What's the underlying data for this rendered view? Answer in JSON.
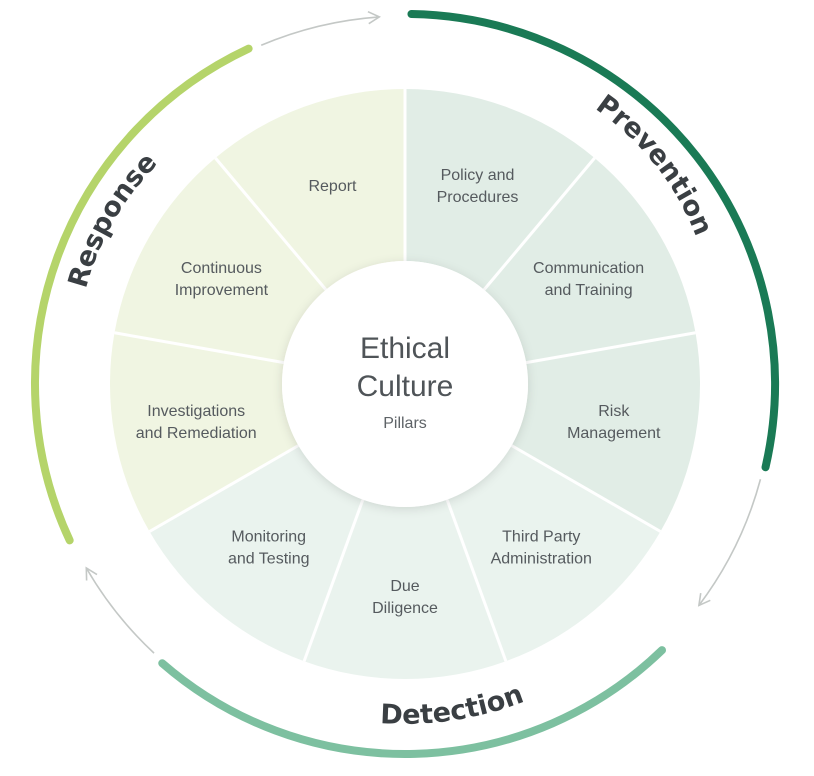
{
  "center": {
    "title_line1": "Ethical",
    "title_line2": "Culture",
    "subtitle": "Pillars"
  },
  "phases": [
    {
      "label": "Prevention",
      "color": "#1a7a55"
    },
    {
      "label": "Detection",
      "color": "#7dc0a0"
    },
    {
      "label": "Response",
      "color": "#b5d46a"
    }
  ],
  "segments": [
    {
      "lines": [
        "Policy and",
        "Procedures"
      ],
      "fill": "#e1ede6"
    },
    {
      "lines": [
        "Communication",
        "and Training"
      ],
      "fill": "#e1ede6"
    },
    {
      "lines": [
        "Risk",
        "Management"
      ],
      "fill": "#e1ede6"
    },
    {
      "lines": [
        "Third Party",
        "Administration"
      ],
      "fill": "#eaf3ee"
    },
    {
      "lines": [
        "Due",
        "Diligence"
      ],
      "fill": "#eaf3ee"
    },
    {
      "lines": [
        "Monitoring",
        "and Testing"
      ],
      "fill": "#eaf3ee"
    },
    {
      "lines": [
        "Investigations",
        "and Remediation"
      ],
      "fill": "#f0f5e2"
    },
    {
      "lines": [
        "Continuous",
        "Improvement"
      ],
      "fill": "#f0f5e2"
    },
    {
      "lines": [
        "Report"
      ],
      "fill": "#f0f5e2"
    }
  ],
  "colors": {
    "arrow": "#c4c8c6",
    "divider": "#ffffff",
    "text": "#555a5e"
  }
}
